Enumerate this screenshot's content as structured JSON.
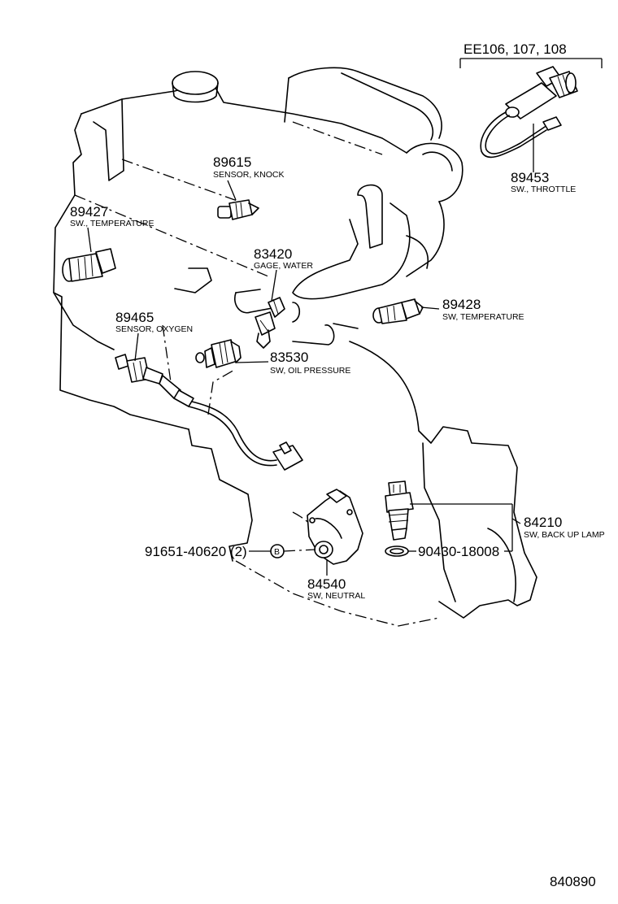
{
  "variant": "EE106, 107, 108",
  "figure_id": "840890",
  "parts": [
    {
      "number": "89615",
      "name": "SENSOR, KNOCK"
    },
    {
      "number": "89427",
      "name": "SW., TEMPERATURE"
    },
    {
      "number": "83420",
      "name": "GAGE, WATER"
    },
    {
      "number": "89465",
      "name": "SENSOR, OXYGEN"
    },
    {
      "number": "83530",
      "name": "SW, OIL PRESSURE"
    },
    {
      "number": "89428",
      "name": "SW, TEMPERATURE"
    },
    {
      "number": "89453",
      "name": "SW., THROTTLE"
    },
    {
      "number": "84210",
      "name": "SW, BACK UP LAMP"
    },
    {
      "number": "84540",
      "name": "SW, NEUTRAL"
    },
    {
      "number": "91651-40620 (2)",
      "name": ""
    },
    {
      "number": "90430-18008",
      "name": ""
    }
  ],
  "bolt_symbol": "B"
}
